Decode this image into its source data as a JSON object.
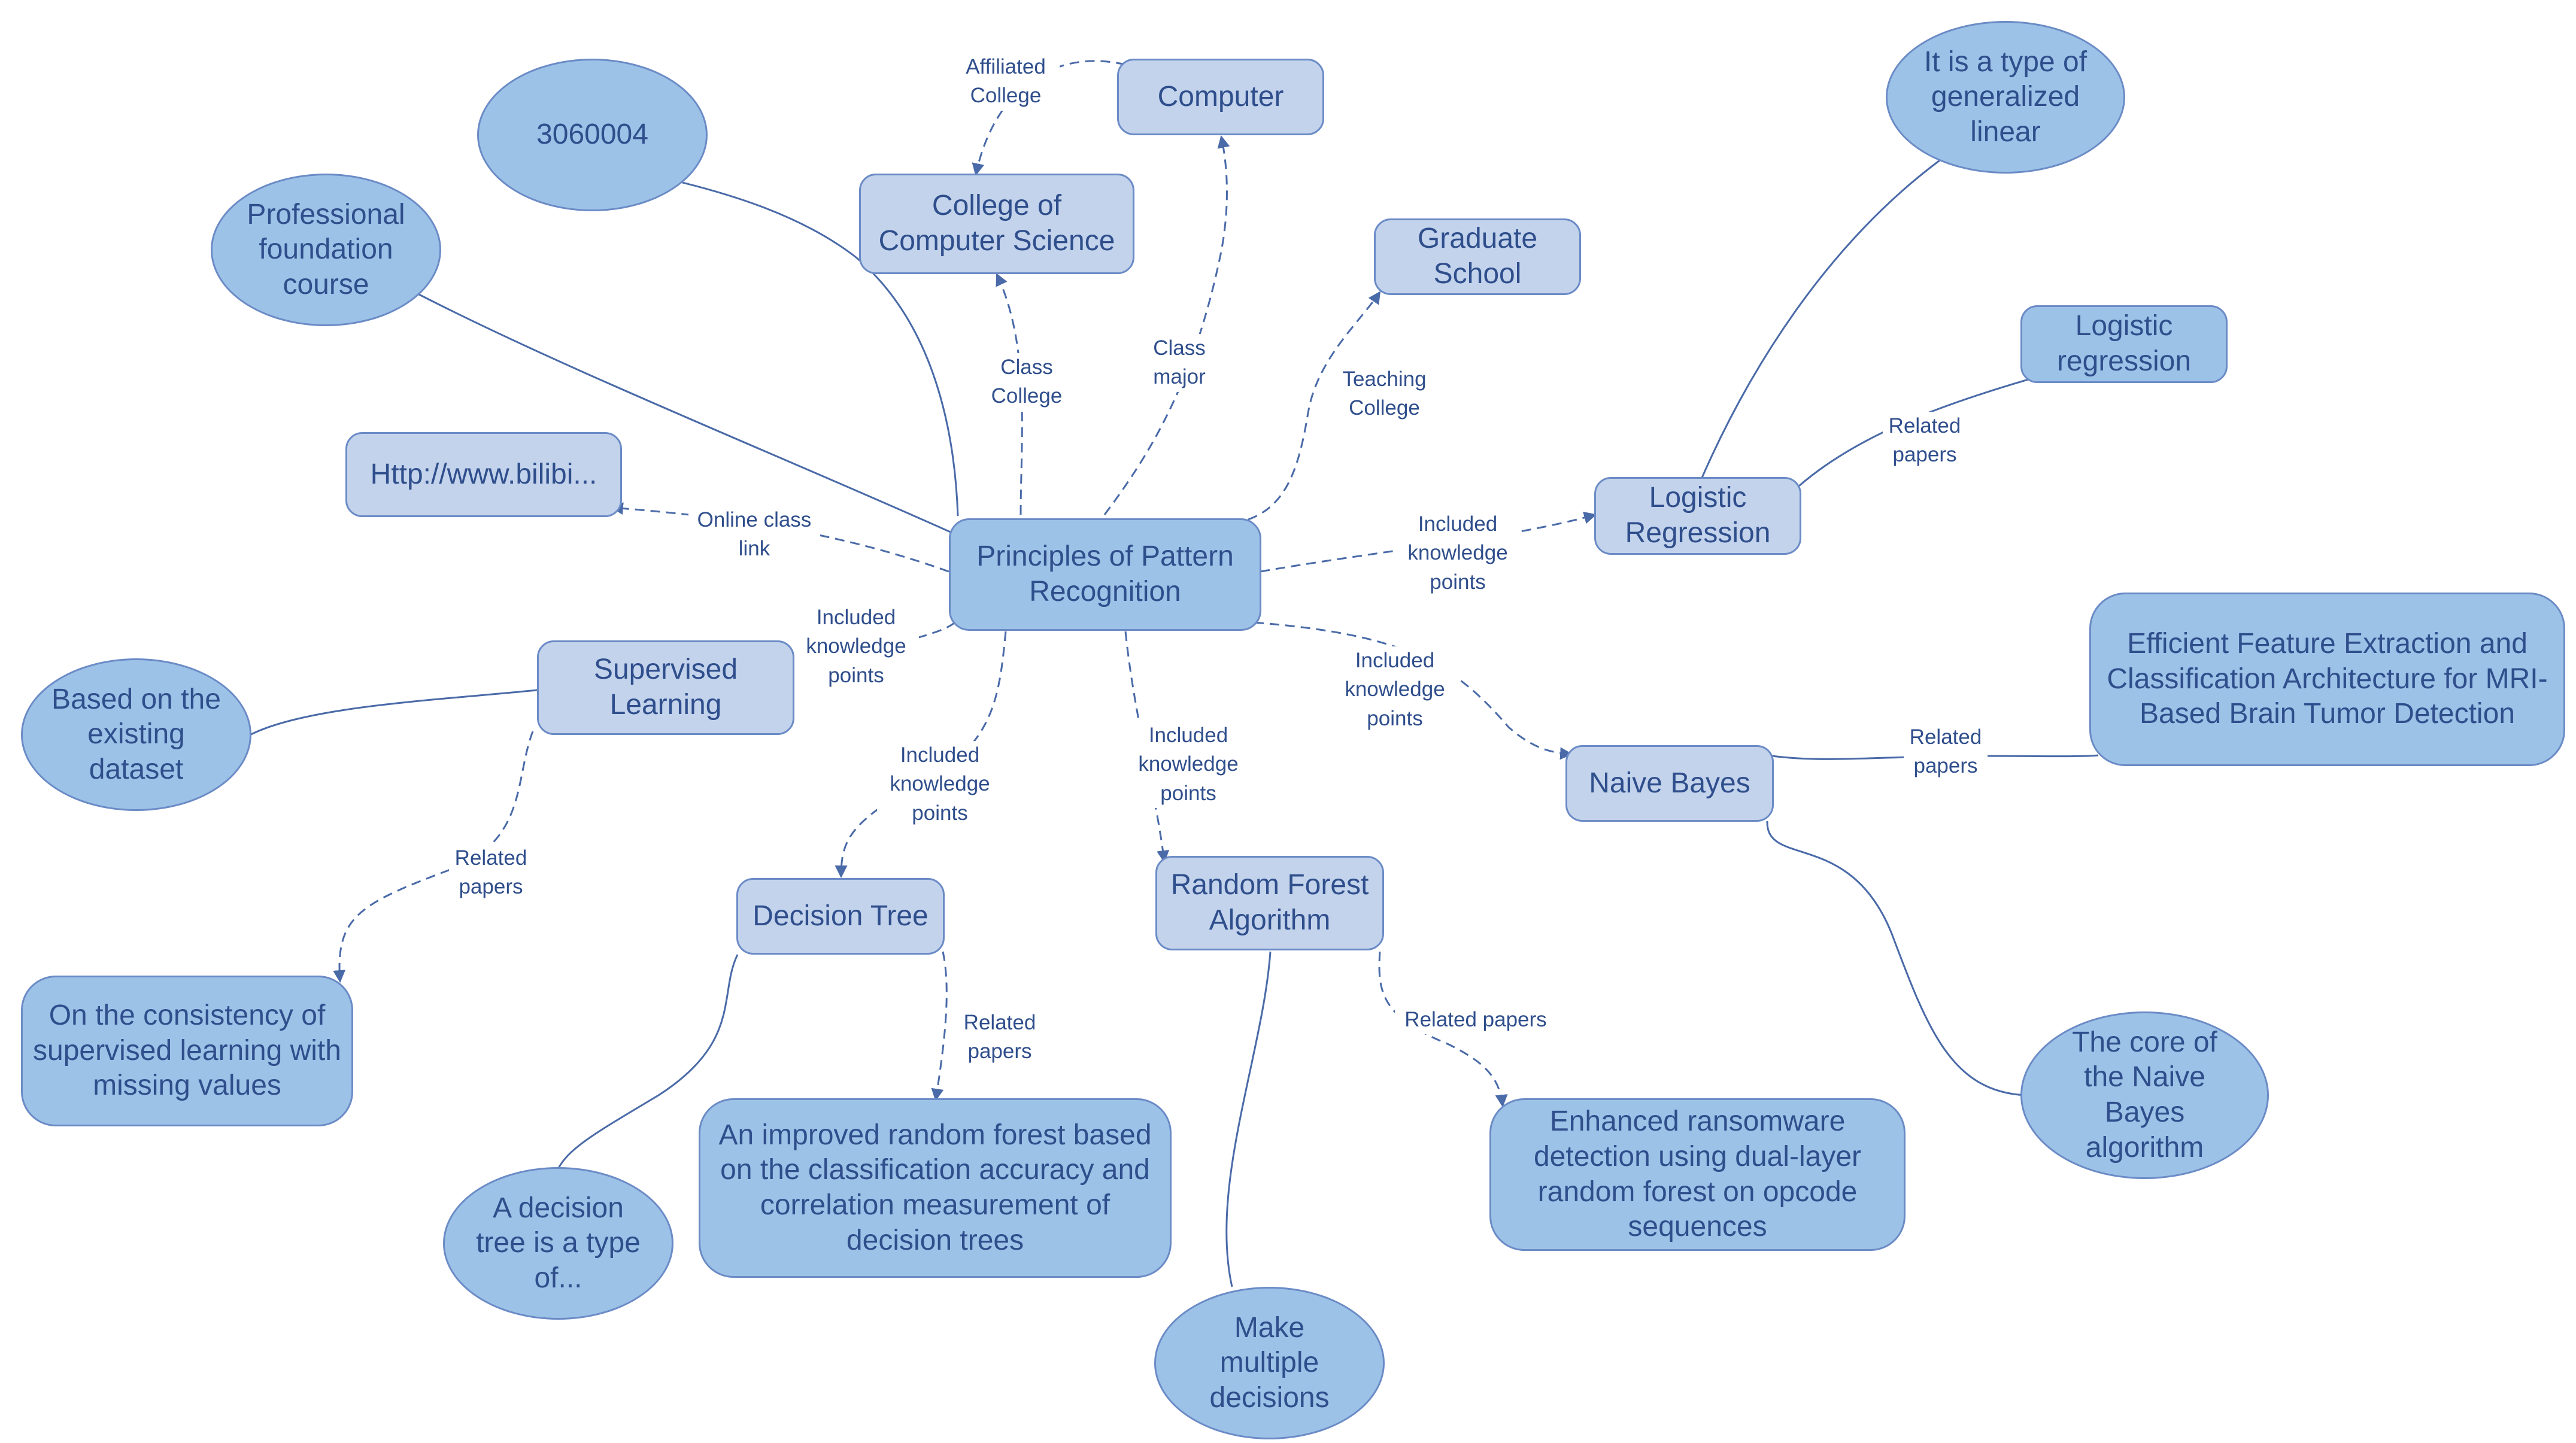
{
  "nodes": {
    "center": "Principles of Pattern Recognition",
    "college_cs": "College of Computer Science",
    "computer": "Computer",
    "graduate_school": "Graduate School",
    "course_code": "3060004",
    "professional_course": "Professional foundation course",
    "online_link": "Http://www.bilibi...",
    "logistic_regression": "Logistic Regression",
    "logistic_regression_paper": "Logistic regression",
    "generalized_linear": "It is a type of generalized linear",
    "supervised_learning": "Supervised Learning",
    "existing_dataset": "Based on the existing dataset",
    "supervised_paper": "On the consistency of supervised learning with missing values",
    "decision_tree": "Decision Tree",
    "decision_tree_def": "A decision tree is a type of...",
    "decision_tree_paper": "An improved random forest based on the classification accuracy and correlation measurement of decision trees",
    "random_forest": "Random Forest Algorithm",
    "multiple_decisions": "Make multiple decisions",
    "random_forest_paper": "Enhanced ransomware detection using dual-layer random forest on opcode sequences",
    "naive_bayes": "Naive Bayes",
    "naive_bayes_core": "The core of the Naive Bayes algorithm",
    "naive_bayes_paper": "Efficient Feature Extraction and Classification Architecture for MRI-Based Brain Tumor Detection"
  },
  "edge_labels": {
    "affiliated_college": "Affiliated College",
    "class_college": "Class College",
    "class_major": "Class major",
    "teaching_college": "Teaching College",
    "online_class_link": "Online class link",
    "kp_logistic": "Included knowledge points",
    "kp_supervised": "Included knowledge points",
    "kp_decision_tree": "Included knowledge points",
    "kp_random_forest": "Included knowledge points",
    "kp_naive_bayes": "Included knowledge points",
    "papers_logistic": "Related papers",
    "papers_supervised": "Related papers",
    "papers_decision_tree": "Related papers",
    "papers_random_forest": "Related papers",
    "papers_naive_bayes": "Related papers"
  },
  "colors": {
    "dark_fill": "#9dc2e7",
    "light_fill": "#c3d3ec",
    "border": "#6b8bc6",
    "line": "#4a6aa8",
    "text": "#2f4e8c"
  }
}
